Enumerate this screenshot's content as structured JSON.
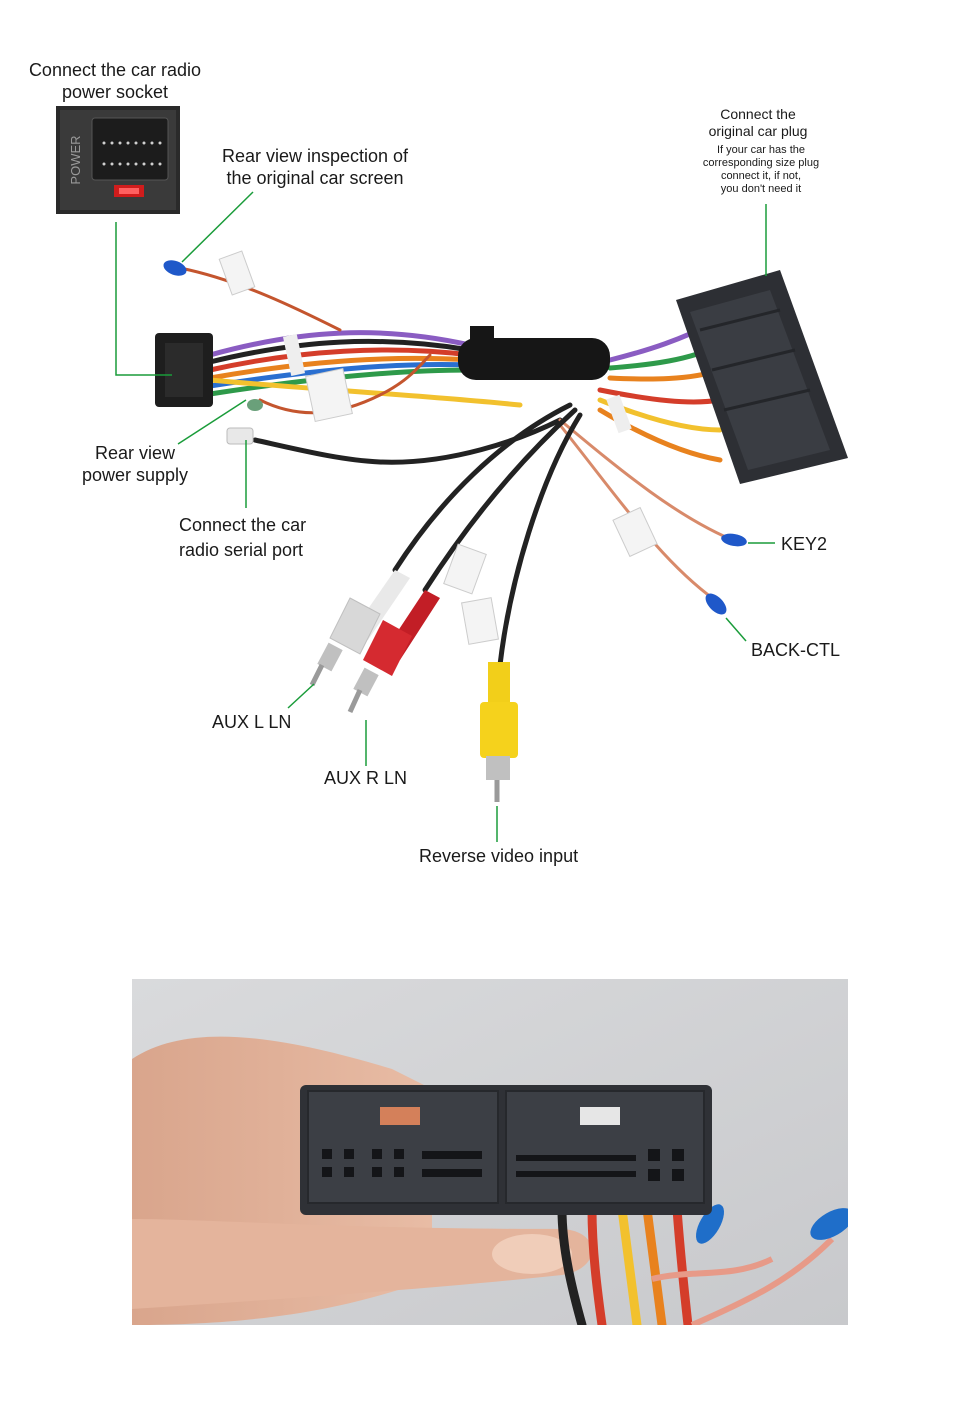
{
  "top_diagram": {
    "labels": {
      "power_socket": "Connect the car radio\npower socket",
      "rear_view_inspection": "Rear view inspection of\nthe original car screen",
      "original_plug_title": "Connect the\noriginal car plug",
      "original_plug_note": "If your car has the\ncorresponding size plug\nconnect it, if not,\nyou don't need it",
      "rear_view_power": "Rear view\npower supply",
      "serial_port": "Connect the car\nradio  serial port",
      "key2": "KEY2",
      "back_ctl": "BACK-CTL",
      "aux_l": "AUX L LN",
      "aux_r": "AUX R LN",
      "reverse_video": "Reverse video input"
    },
    "socket_print": "POWER",
    "leader_color": "#1a9c3a"
  }
}
